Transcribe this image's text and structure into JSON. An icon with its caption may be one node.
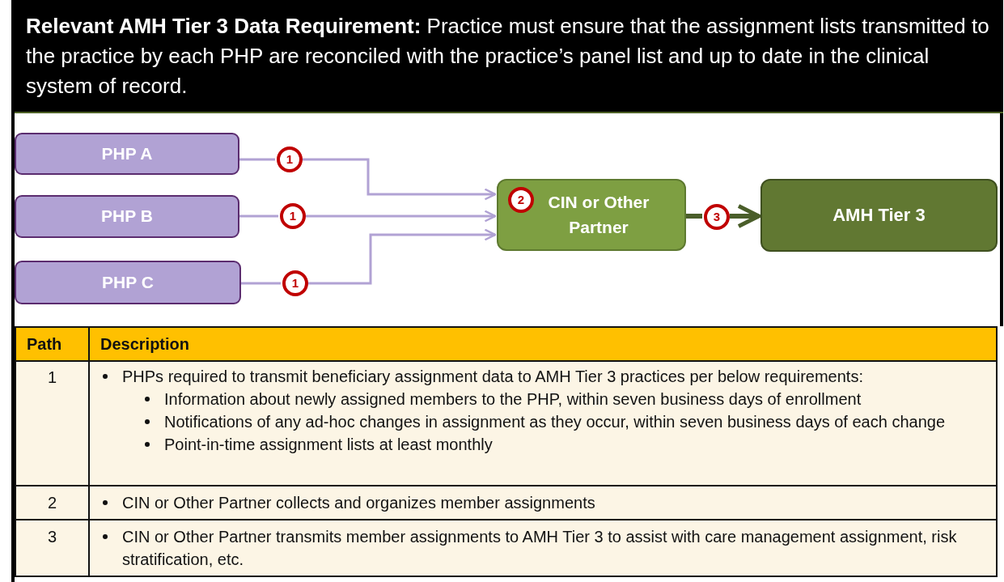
{
  "diagram": {
    "nodes": [
      {
        "text": [
          "**Relevant AMH Tier 3 Data Requirement:** Practice must ensure that the assignment lists transmitted to the practice by each PHP are reconciled with the practice’s panel list and up to date in the clinical system of record."
        ]
      },
      {
        "text": [
          "PHP A"
        ]
      },
      {
        "text": [
          "1"
        ]
      },
      {
        "text": [
          "PHP B"
        ]
      },
      {
        "text": [
          "1"
        ]
      },
      {
        "text": [
          "PHP C"
        ]
      },
      {
        "text": [
          "1"
        ]
      },
      {
        "text": [
          "CIN or Other Partner"
        ]
      },
      {
        "text": [
          "2"
        ],
        "in": 7
      },
      {
        "text": [
          "3"
        ]
      },
      {
        "text": [
          "AMH Tier 3"
        ]
      }
    ],
    "edges": [
      {
        "from": 1,
        "to": 2,
        "arrow": "none"
      },
      {
        "from": 2,
        "to": 7,
        "arrow": "to"
      },
      {
        "from": 3,
        "to": 4,
        "arrow": "none"
      },
      {
        "from": 4,
        "to": 7,
        "arrow": "to"
      },
      {
        "from": 5,
        "to": 6,
        "arrow": "none"
      },
      {
        "from": 6,
        "to": 7,
        "arrow": "to"
      },
      {
        "from": 7,
        "to": 9,
        "arrow": "none",
        "style": "thick",
        "color": "#4a5e2a"
      },
      {
        "from": 9,
        "to": 10,
        "arrow": "to",
        "style": "thick",
        "color": "#4a5e2a"
      }
    ],
    "labels": [
      "Path",
      "Description",
      "1",
      "PHPs required to transmit beneficiary assignment data to AMH Tier 3 practices per below requirements:",
      "Information about newly assigned members to the PHP, within seven business days of enrollment",
      "Notifications of any ad-hoc changes in assignment as they occur, within seven business days of each change",
      "Point-in-time assignment lists at least monthly",
      "2",
      "CIN or Other Partner collects and organizes member assignments",
      "3",
      "CIN or Other Partner transmits member assignments to AMH Tier 3 to assist with care management assignment, risk stratification, etc."
    ]
  }
}
